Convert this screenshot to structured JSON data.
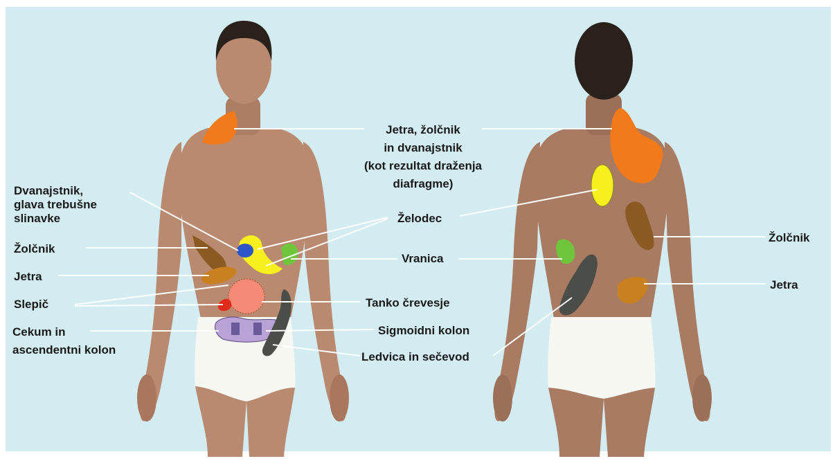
{
  "colors": {
    "background": "#d3ecf2",
    "skin": "#b98a70",
    "skin_shadow": "#9c6f58",
    "hair": "#2b211c",
    "underwear": "#f7f7f2",
    "leader_line": "#ffffff",
    "orange": "#f37a1a",
    "yellow": "#f7f01e",
    "blue": "#2d55c8",
    "brown": "#8a5a22",
    "green": "#6fc63c",
    "salmon": "#f58a76",
    "red": "#e02a1a",
    "violet": "#b8a2d6",
    "dark_gray": "#4b4d48",
    "light_brown": "#c9801e"
  },
  "labels": {
    "jetra_zolcnik_dvanajstnik": [
      "Jetra, žolčnik",
      "in dvanajstnik",
      "(kot rezultat draženja",
      "diafragme)"
    ],
    "dvanajstnik_glava": [
      "Dvanajstnik,",
      "glava trebušne",
      "slinavke"
    ],
    "zelodec": "Želodec",
    "zolcnik_left": "Žolčnik",
    "vranica": "Vranica",
    "jetra_left": "Jetra",
    "slepic": "Slepič",
    "tanko_crevesje": "Tanko črevesje",
    "cekum": [
      "Cekum in",
      "ascendentni kolon"
    ],
    "sigmoidni_kolon": "Sigmoidni kolon",
    "ledvica_secevod": "Ledvica in sečevod",
    "zolcnik_right": "Žolčnik",
    "jetra_right": "Jetra"
  }
}
